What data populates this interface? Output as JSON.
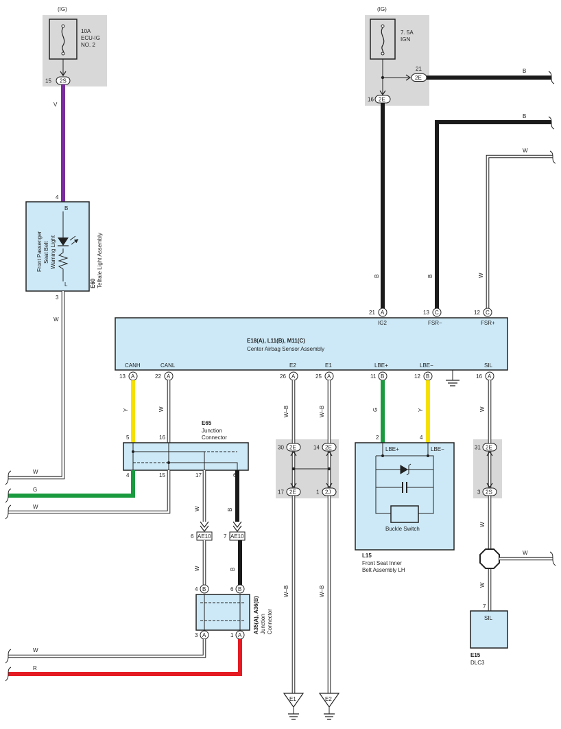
{
  "fuses": {
    "ecu_ig": {
      "source": "(IG)",
      "rating": "10A",
      "name_1": "ECU-IG",
      "name_2": "NO. 2",
      "pin": "15",
      "conn": "2S"
    },
    "ign": {
      "source": "(IG)",
      "rating": "7. 5A",
      "name": "IGN",
      "pin_main": "16",
      "conn_main": "2E",
      "pin_branch": "21",
      "conn_branch": "2E"
    }
  },
  "telltale": {
    "id": "E60",
    "name": "Telltale Light Assembly",
    "lamp_line1": "Front Passenger",
    "lamp_line2": "Seat Belt",
    "lamp_line3": "Warning Light",
    "pin_top": "4",
    "term_top": "B",
    "pin_bottom": "3",
    "term_bottom": "L"
  },
  "sensor": {
    "id": "E18(A), L11(B), M11(C)",
    "name": "Center Airbag Sensor Assembly",
    "top_pins": [
      {
        "num": "21",
        "conn": "A",
        "label": "IG2"
      },
      {
        "num": "13",
        "conn": "C",
        "label": "FSR−"
      },
      {
        "num": "12",
        "conn": "C",
        "label": "FSR+"
      }
    ],
    "bottom_pins": [
      {
        "num": "13",
        "conn": "A",
        "label": "CANH"
      },
      {
        "num": "22",
        "conn": "A",
        "label": "CANL"
      },
      {
        "num": "26",
        "conn": "A",
        "label": "E2"
      },
      {
        "num": "25",
        "conn": "A",
        "label": "E1"
      },
      {
        "num": "11",
        "conn": "B",
        "label": "LBE+"
      },
      {
        "num": "12",
        "conn": "B",
        "label": "LBE−"
      },
      {
        "num": "16",
        "conn": "A",
        "label": "SIL"
      }
    ]
  },
  "junction_e65": {
    "id": "E65",
    "name_1": "Junction",
    "name_2": "Connector",
    "pins": {
      "p5": "5",
      "p16": "16",
      "p4": "4",
      "p15": "15",
      "p17": "17",
      "p6": "6"
    }
  },
  "ae10": {
    "left": {
      "pin": "6",
      "conn": "AE10"
    },
    "right": {
      "pin": "7",
      "conn": "AE10"
    }
  },
  "junction_a35": {
    "id": "A35(A), A36(B)",
    "name_1": "Junction",
    "name_2": "Connector",
    "top_left": {
      "pin": "4",
      "conn": "B"
    },
    "top_right": {
      "pin": "6",
      "conn": "B"
    },
    "bottom_left": {
      "pin": "3",
      "conn": "A"
    },
    "bottom_right": {
      "pin": "1",
      "conn": "A"
    }
  },
  "gnd_junction": {
    "tl": {
      "pin": "30",
      "conn": "2E"
    },
    "tr": {
      "pin": "14",
      "conn": "2E"
    },
    "bl": {
      "pin": "17",
      "conn": "2E"
    },
    "br": {
      "pin": "1",
      "conn": "2J"
    }
  },
  "sil_junction": {
    "top": {
      "pin": "31",
      "conn": "2E"
    },
    "bottom": {
      "pin": "3",
      "conn": "2S"
    }
  },
  "buckle": {
    "id": "L15",
    "name_1": "Front Seat Inner",
    "name_2": "Belt Assembly LH",
    "switch_label": "Buckle Switch",
    "lbe_plus": "LBE+",
    "lbe_minus": "LBE−",
    "pin_plus": "2",
    "pin_minus": "4"
  },
  "dlc": {
    "id": "E15",
    "name": "DLC3",
    "pin": "7",
    "label": "SIL"
  },
  "grounds": {
    "g1": "E1",
    "g2": "E2"
  },
  "wire_colors": {
    "v": "V",
    "b": "B",
    "w": "W",
    "y": "Y",
    "g": "G",
    "r": "R",
    "wb": "W–B"
  },
  "palette": {
    "violet": "#7a2d9c",
    "black": "#1a1a1a",
    "yellow": "#f5e000",
    "green": "#1a9a3f",
    "red": "#e51b23",
    "box_fill": "#cde9f7",
    "shade": "#d8d8d8"
  }
}
